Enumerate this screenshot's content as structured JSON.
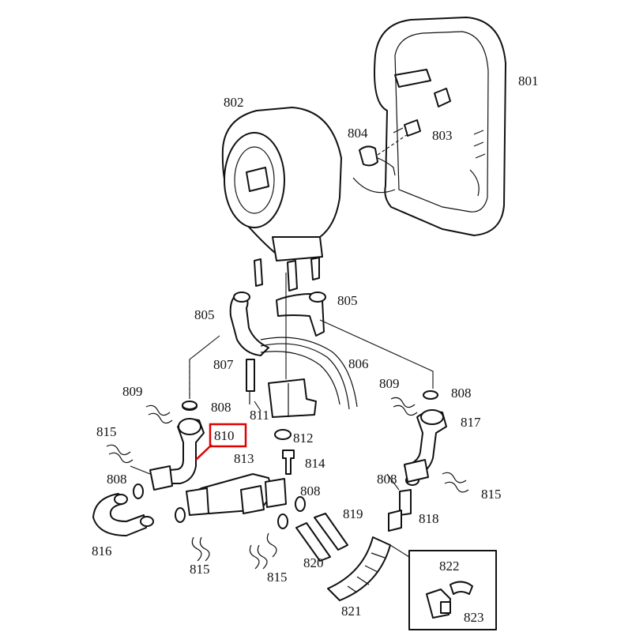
{
  "diagram": {
    "highlight_color": "#e00000",
    "highlighted_label": "810",
    "labels": [
      {
        "id": "l801",
        "text": "801"
      },
      {
        "id": "l802",
        "text": "802"
      },
      {
        "id": "l803",
        "text": "803"
      },
      {
        "id": "l804",
        "text": "804"
      },
      {
        "id": "l805a",
        "text": "805"
      },
      {
        "id": "l805b",
        "text": "805"
      },
      {
        "id": "l806",
        "text": "806"
      },
      {
        "id": "l807",
        "text": "807"
      },
      {
        "id": "l808a",
        "text": "808"
      },
      {
        "id": "l808b",
        "text": "808"
      },
      {
        "id": "l808c",
        "text": "808"
      },
      {
        "id": "l808d",
        "text": "808"
      },
      {
        "id": "l808e",
        "text": "808"
      },
      {
        "id": "l809a",
        "text": "809"
      },
      {
        "id": "l809b",
        "text": "809"
      },
      {
        "id": "l810",
        "text": "810"
      },
      {
        "id": "l811",
        "text": "811"
      },
      {
        "id": "l812",
        "text": "812"
      },
      {
        "id": "l813",
        "text": "813"
      },
      {
        "id": "l814",
        "text": "814"
      },
      {
        "id": "l815a",
        "text": "815"
      },
      {
        "id": "l815b",
        "text": "815"
      },
      {
        "id": "l815c",
        "text": "815"
      },
      {
        "id": "l815d",
        "text": "815"
      },
      {
        "id": "l816",
        "text": "816"
      },
      {
        "id": "l817",
        "text": "817"
      },
      {
        "id": "l818",
        "text": "818"
      },
      {
        "id": "l819",
        "text": "819"
      },
      {
        "id": "l820",
        "text": "820"
      },
      {
        "id": "l821",
        "text": "821"
      },
      {
        "id": "l822",
        "text": "822"
      },
      {
        "id": "l823",
        "text": "823"
      }
    ]
  }
}
